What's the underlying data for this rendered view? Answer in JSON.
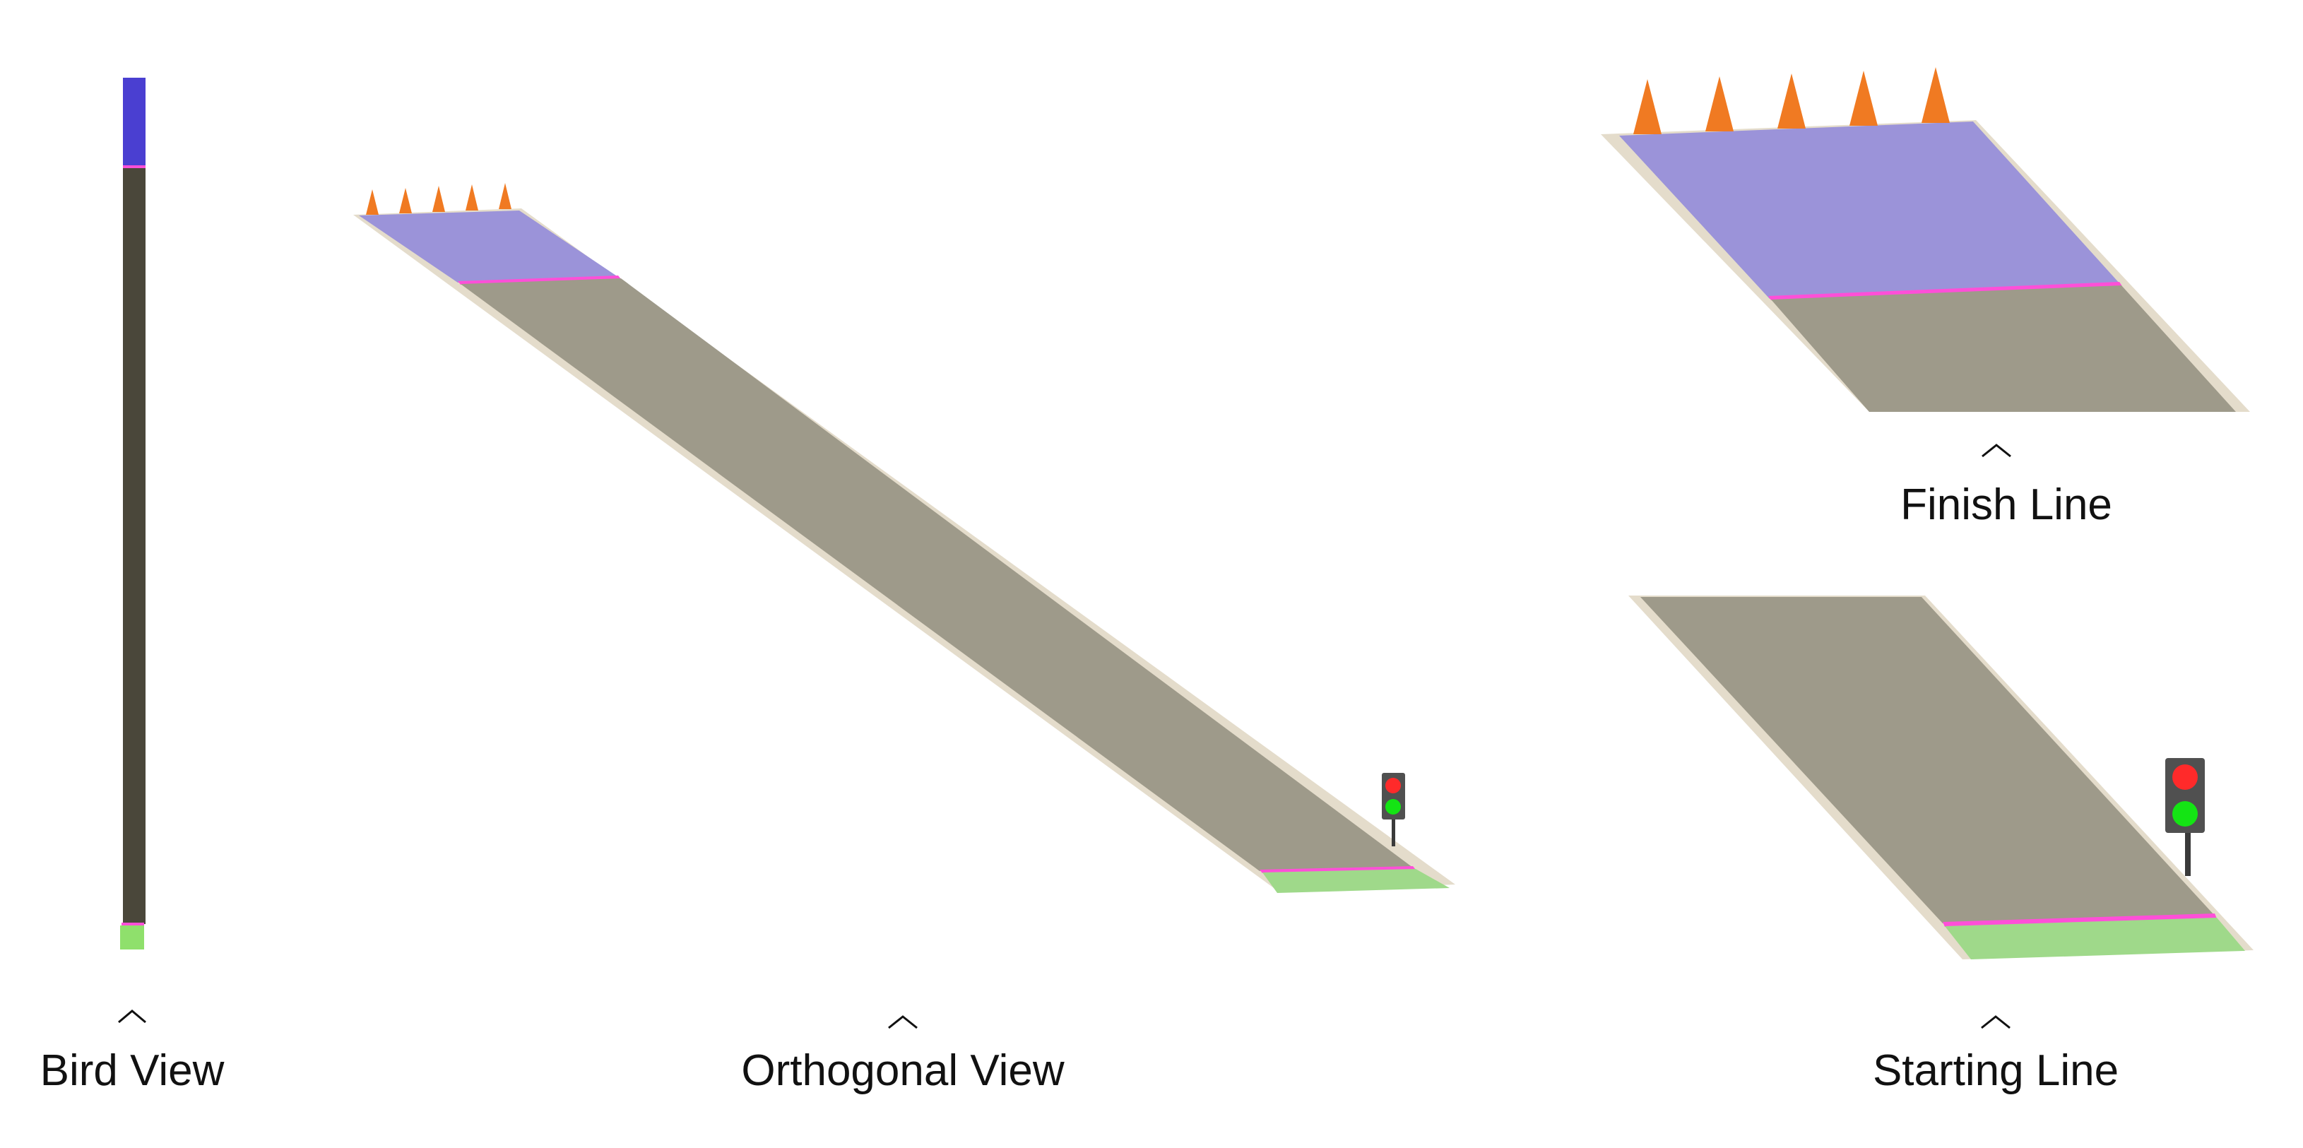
{
  "labels": {
    "bird_view": "Bird View",
    "orthogonal_view": "Orthogonal View",
    "finish_line": "Finish Line",
    "starting_line": "Starting Line"
  },
  "colors": {
    "background": "#ffffff",
    "track": "#9e9a8a",
    "track_dark": "#4a473a",
    "track_edge": "#e4dccb",
    "finish_zone": "#9b93d9",
    "finish_zone_bird": "#4a3fd1",
    "start_zone": "#9fd98a",
    "start_zone_bird": "#8fe06c",
    "line_marker": "#ff4fd8",
    "cone": "#f07a22",
    "cone_shadow": "#c95a10",
    "traffic_light_body": "#505050",
    "traffic_light_red": "#ff2a2a",
    "traffic_light_green": "#14e414",
    "pointer": "#111111"
  },
  "icons": {
    "cone": "traffic-cone-icon",
    "traffic_light": "traffic-light-icon",
    "pointer": "caret-up-icon"
  },
  "scene": {
    "finish_cones_count": 5
  }
}
